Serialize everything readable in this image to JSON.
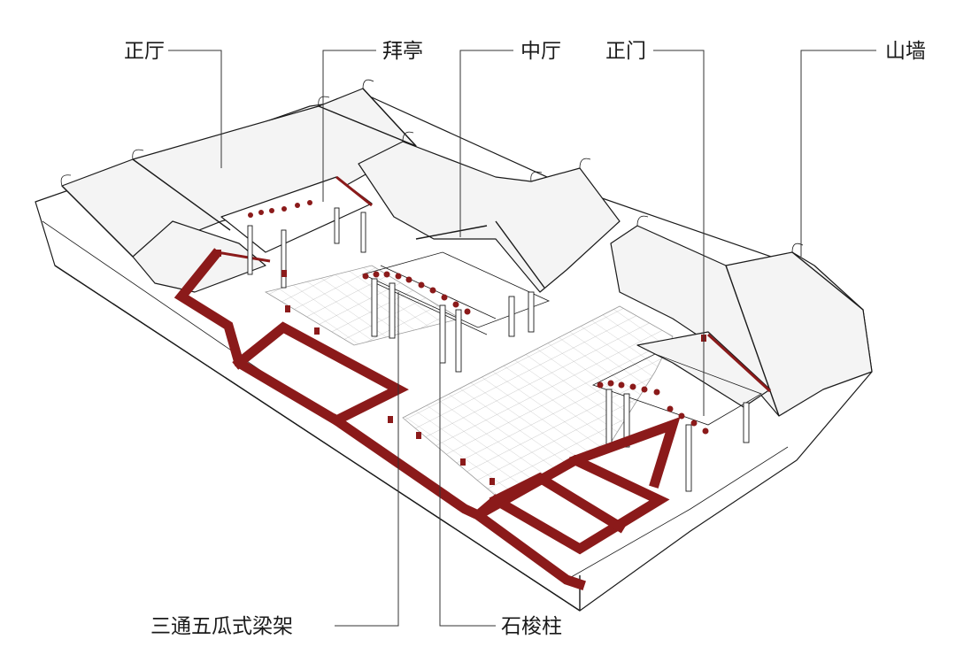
{
  "labels": {
    "main_hall": "正厅",
    "worship_pavilion": "拜亭",
    "middle_hall": "中厅",
    "main_gate": "正门",
    "gable_wall": "山墙",
    "beam_frame": "三通五瓜式梁架",
    "stone_column": "石梭柱"
  },
  "colors": {
    "accent": "#8b1a1a",
    "line": "#1a1a1a",
    "background": "#ffffff"
  }
}
